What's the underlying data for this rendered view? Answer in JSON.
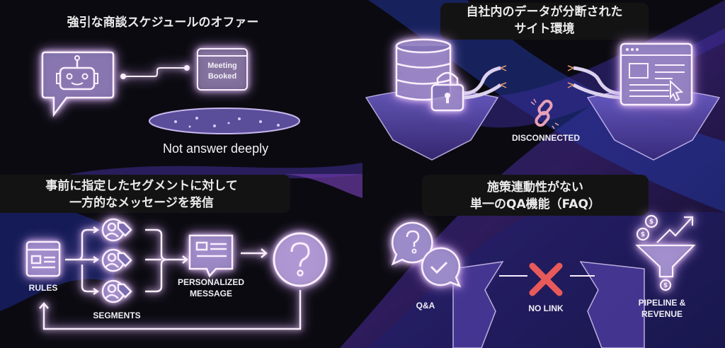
{
  "panels": {
    "top_left": {
      "title": "強引な商談スケジュールのオファー",
      "calendar_text_1": "Meeting",
      "calendar_text_2": "Booked",
      "caption": "Not answer deeply"
    },
    "top_right": {
      "title_line1": "自社内のデータが分断された",
      "title_line2": "サイト環境",
      "status_label": "DISCONNECTED"
    },
    "bottom_left": {
      "title_line1": "事前に指定したセグメントに対して",
      "title_line2": "一方的なメッセージを発信",
      "rules_label": "RULES",
      "segments_label": "SEGMENTS",
      "message_label_1": "PERSONALIZED",
      "message_label_2": "MESSAGE"
    },
    "bottom_right": {
      "title_line1": "施策連動性がない",
      "title_line2": "単一のQA機能（FAQ）",
      "qa_label": "Q&A",
      "nolink_label": "NO LINK",
      "pipeline_label_1": "PIPELINE &",
      "pipeline_label_2": "REVENUE"
    }
  },
  "colors": {
    "background": "#0b0a10",
    "accent": "#8a6bd8",
    "glow": "#f3d8ff",
    "error": "#e85a5a"
  }
}
